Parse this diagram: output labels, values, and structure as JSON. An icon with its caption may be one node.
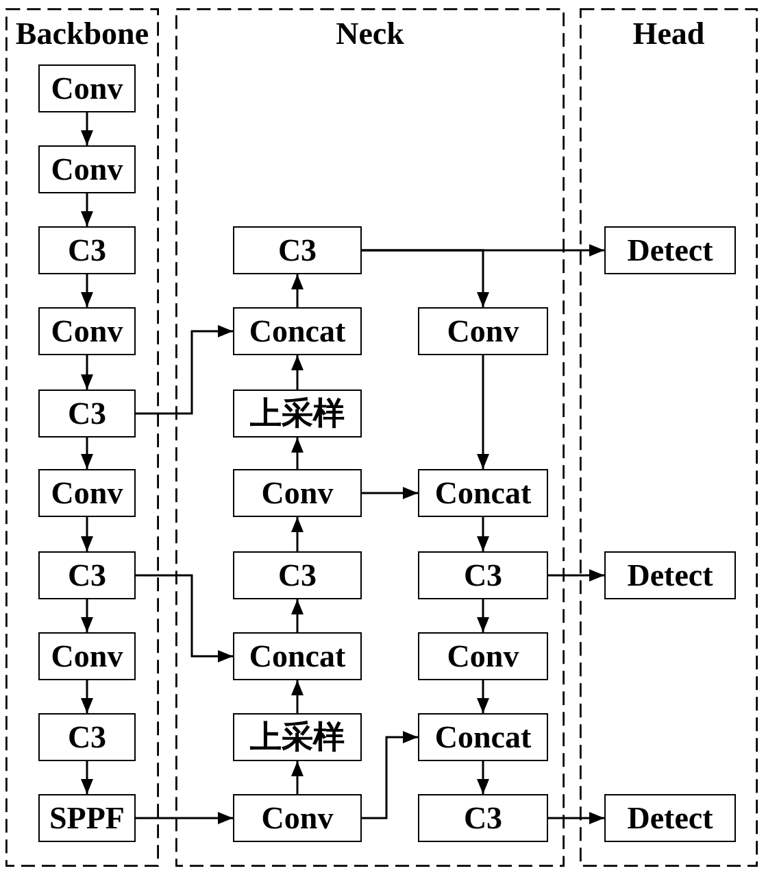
{
  "diagram": {
    "nodes": [
      {
        "text": [
          "Backbone"
        ]
      },
      {
        "text": [
          "Conv"
        ],
        "in": 0
      },
      {
        "text": [
          "Conv"
        ],
        "in": 0
      },
      {
        "text": [
          "C3"
        ],
        "in": 0
      },
      {
        "text": [
          "Conv"
        ],
        "in": 0
      },
      {
        "text": [
          "C3"
        ],
        "in": 0
      },
      {
        "text": [
          "Conv"
        ],
        "in": 0
      },
      {
        "text": [
          "C3"
        ],
        "in": 0
      },
      {
        "text": [
          "Conv"
        ],
        "in": 0
      },
      {
        "text": [
          "C3"
        ],
        "in": 0
      },
      {
        "text": [
          "SPPF"
        ],
        "in": 0
      },
      {
        "text": [
          "Neck"
        ]
      },
      {
        "text": [
          "C3"
        ],
        "in": 11
      },
      {
        "text": [
          "Concat"
        ],
        "in": 11
      },
      {
        "text": [
          "Conv"
        ],
        "in": 11
      },
      {
        "text": [
          "上采样"
        ],
        "in": 11
      },
      {
        "text": [
          "Conv"
        ],
        "in": 11
      },
      {
        "text": [
          "Concat"
        ],
        "in": 11
      },
      {
        "text": [
          "C3"
        ],
        "in": 11
      },
      {
        "text": [
          "C3"
        ],
        "in": 11
      },
      {
        "text": [
          "Concat"
        ],
        "in": 11
      },
      {
        "text": [
          "Conv"
        ],
        "in": 11
      },
      {
        "text": [
          "上采样"
        ],
        "in": 11
      },
      {
        "text": [
          "Concat"
        ],
        "in": 11
      },
      {
        "text": [
          "Conv"
        ],
        "in": 11
      },
      {
        "text": [
          "C3"
        ],
        "in": 11
      },
      {
        "text": [
          "Head"
        ]
      },
      {
        "text": [
          "Detect"
        ],
        "in": 26
      },
      {
        "text": [
          "Detect"
        ],
        "in": 26
      },
      {
        "text": [
          "Detect"
        ],
        "in": 26
      }
    ],
    "edges": [
      {
        "from": 1,
        "to": 2,
        "arrow": "to"
      },
      {
        "from": 2,
        "to": 3,
        "arrow": "to"
      },
      {
        "from": 3,
        "to": 4,
        "arrow": "to"
      },
      {
        "from": 4,
        "to": 5,
        "arrow": "to"
      },
      {
        "from": 5,
        "to": 6,
        "arrow": "to"
      },
      {
        "from": 6,
        "to": 7,
        "arrow": "to"
      },
      {
        "from": 7,
        "to": 8,
        "arrow": "to"
      },
      {
        "from": 8,
        "to": 9,
        "arrow": "to"
      },
      {
        "from": 9,
        "to": 10,
        "arrow": "to"
      },
      {
        "from": 10,
        "to": 24,
        "arrow": "to"
      },
      {
        "from": 24,
        "to": 22,
        "arrow": "to"
      },
      {
        "from": 22,
        "to": 20,
        "arrow": "to"
      },
      {
        "from": 20,
        "to": 18,
        "arrow": "to"
      },
      {
        "from": 18,
        "to": 16,
        "arrow": "to"
      },
      {
        "from": 16,
        "to": 15,
        "arrow": "to"
      },
      {
        "from": 15,
        "to": 13,
        "arrow": "to"
      },
      {
        "from": 13,
        "to": 12,
        "arrow": "to"
      },
      {
        "from": 5,
        "to": 13,
        "arrow": "to"
      },
      {
        "from": 7,
        "to": 20,
        "arrow": "to"
      },
      {
        "from": 12,
        "to": 27,
        "arrow": "to"
      },
      {
        "from": 12,
        "to": 14,
        "arrow": "to"
      },
      {
        "from": 14,
        "to": 17,
        "arrow": "to"
      },
      {
        "from": 16,
        "to": 17,
        "arrow": "to"
      },
      {
        "from": 17,
        "to": 19,
        "arrow": "to"
      },
      {
        "from": 19,
        "to": 28,
        "arrow": "to"
      },
      {
        "from": 19,
        "to": 21,
        "arrow": "to"
      },
      {
        "from": 21,
        "to": 23,
        "arrow": "to"
      },
      {
        "from": 24,
        "to": 23,
        "arrow": "to"
      },
      {
        "from": 23,
        "to": 25,
        "arrow": "to"
      },
      {
        "from": 25,
        "to": 29,
        "arrow": "to"
      }
    ]
  }
}
